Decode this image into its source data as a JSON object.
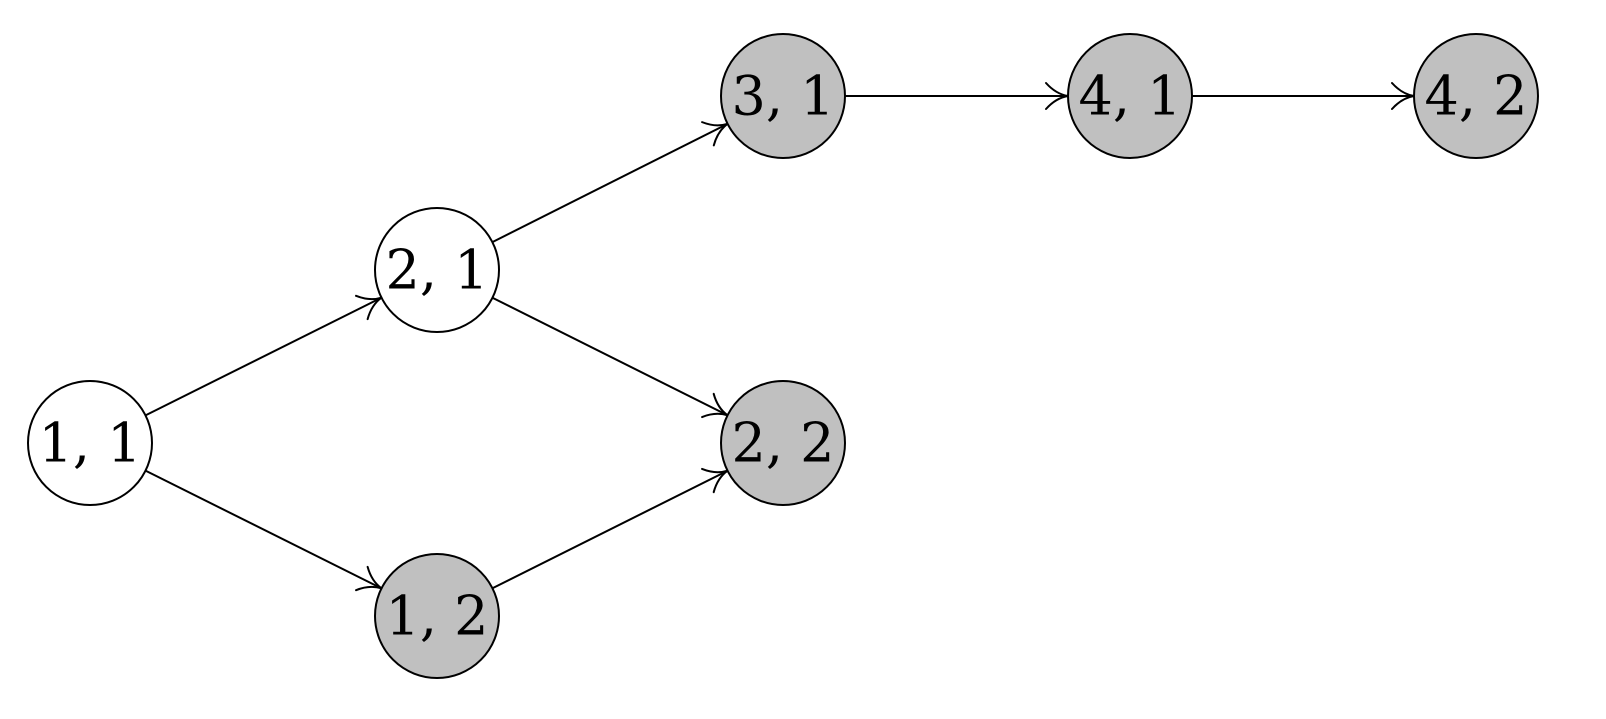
{
  "diagram": {
    "colors": {
      "white_node": "#ffffff",
      "gray_node": "#c0c0c0",
      "stroke": "#000000",
      "background": "#ffffff"
    },
    "nodes": [
      {
        "id": "n11",
        "label": "1, 1",
        "fill": "white"
      },
      {
        "id": "n21",
        "label": "2, 1",
        "fill": "white"
      },
      {
        "id": "n12",
        "label": "1, 2",
        "fill": "gray"
      },
      {
        "id": "n31",
        "label": "3, 1",
        "fill": "gray"
      },
      {
        "id": "n22",
        "label": "2, 2",
        "fill": "gray"
      },
      {
        "id": "n41",
        "label": "4, 1",
        "fill": "gray"
      },
      {
        "id": "n42",
        "label": "4, 2",
        "fill": "gray"
      }
    ],
    "edges": [
      {
        "from": "n11",
        "to": "n21"
      },
      {
        "from": "n11",
        "to": "n12"
      },
      {
        "from": "n21",
        "to": "n31"
      },
      {
        "from": "n21",
        "to": "n22"
      },
      {
        "from": "n12",
        "to": "n22"
      },
      {
        "from": "n31",
        "to": "n41"
      },
      {
        "from": "n41",
        "to": "n42"
      }
    ]
  }
}
